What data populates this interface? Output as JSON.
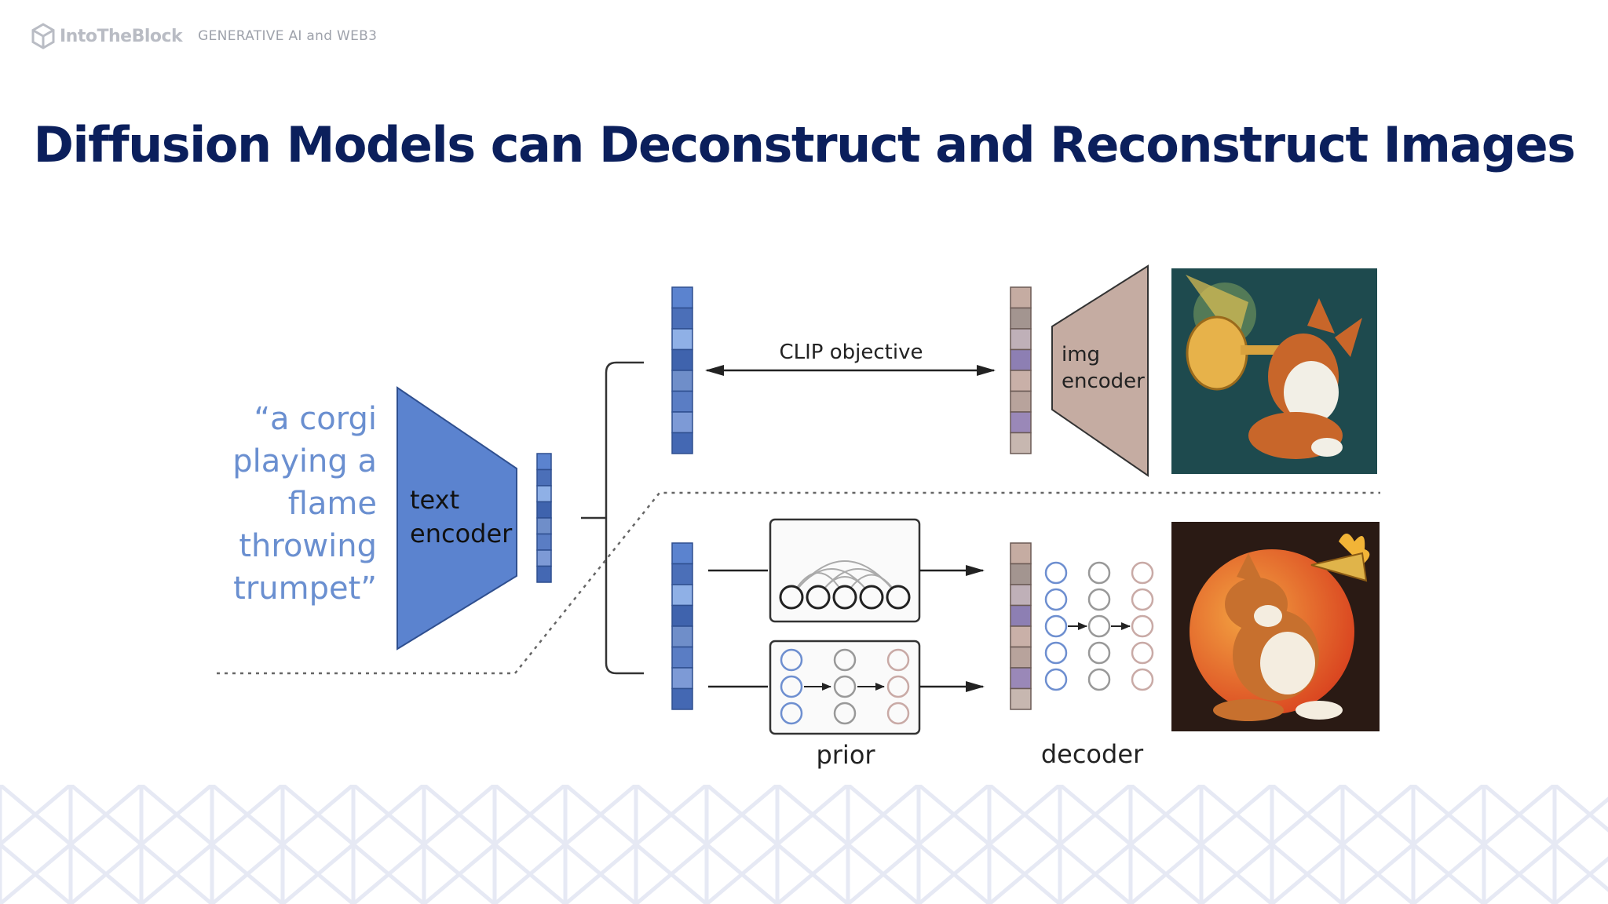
{
  "header": {
    "brand": "IntoTheBlock",
    "subtitle": "GENERATIVE AI and WEB3"
  },
  "title": "Diffusion Models can Deconstruct and Reconstruct Images",
  "diagram": {
    "prompt_lines": [
      "“a corgi",
      "playing a",
      "flame",
      "throwing",
      "trumpet”"
    ],
    "text_encoder_lines": [
      "text",
      "encoder"
    ],
    "img_encoder_lines": [
      "img",
      "encoder"
    ],
    "clip_label": "CLIP objective",
    "prior_label": "prior",
    "decoder_label": "decoder"
  },
  "colors": {
    "title": "#0b1f5c",
    "text_encoder": "#5b83cf",
    "img_encoder": "#c5aca2",
    "prompt_text": "#6a8fd0",
    "brand_gray": "#b9bcc4"
  }
}
